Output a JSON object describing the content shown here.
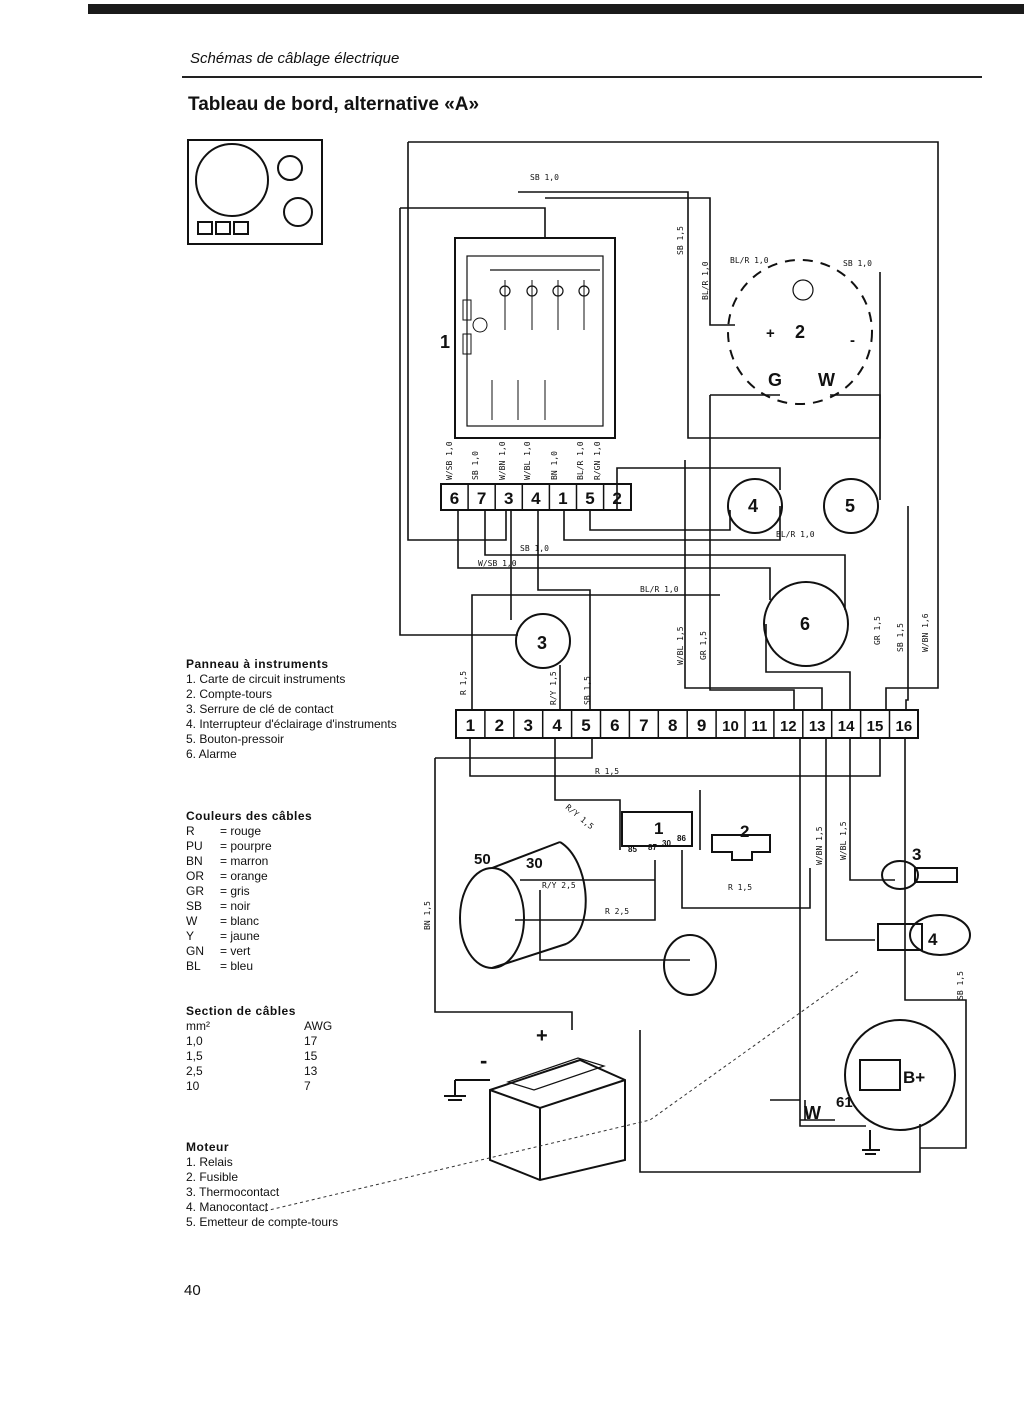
{
  "header": "Schémas de câblage électrique",
  "title": "Tableau de bord, alternative «A»",
  "page_number": "40",
  "panel_legend": {
    "heading": "Panneau à instruments",
    "items": [
      "1. Carte de circuit instruments",
      "2. Compte-tours",
      "3. Serrure de clé de contact",
      "4. Interrupteur d'éclairage d'instruments",
      "5. Bouton-pressoir",
      "6. Alarme"
    ]
  },
  "colors_legend": {
    "heading": "Couleurs des câbles",
    "items": [
      {
        "code": "R",
        "name": "= rouge"
      },
      {
        "code": "PU",
        "name": "= pourpre"
      },
      {
        "code": "BN",
        "name": "= marron"
      },
      {
        "code": "OR",
        "name": "= orange"
      },
      {
        "code": "GR",
        "name": "= gris"
      },
      {
        "code": "SB",
        "name": "= noir"
      },
      {
        "code": "W",
        "name": "= blanc"
      },
      {
        "code": "Y",
        "name": "= jaune"
      },
      {
        "code": "GN",
        "name": "= vert"
      },
      {
        "code": "BL",
        "name": "= bleu"
      }
    ]
  },
  "section_legend": {
    "heading": "Section de câbles",
    "col1": "mm²",
    "col2": "AWG",
    "rows": [
      [
        "1,0",
        "17"
      ],
      [
        "1,5",
        "15"
      ],
      [
        "2,5",
        "13"
      ],
      [
        "10",
        "7"
      ]
    ]
  },
  "engine_legend": {
    "heading": "Moteur",
    "items": [
      "1. Relais",
      "2. Fusible",
      "3. Thermocontact",
      "4. Manocontact",
      "5. Emetteur de compte-tours"
    ]
  },
  "diagram": {
    "top_terminals": [
      "6",
      "7",
      "3",
      "4",
      "1",
      "5",
      "2"
    ],
    "bottom_terminals": [
      "1",
      "2",
      "3",
      "4",
      "5",
      "6",
      "7",
      "8",
      "9",
      "10",
      "11",
      "12",
      "13",
      "14",
      "15",
      "16"
    ],
    "component_numbers": [
      "1",
      "2",
      "3",
      "4",
      "5",
      "6"
    ],
    "engine_numbers": [
      "1",
      "2",
      "3",
      "4"
    ],
    "tacho_labels": [
      "+",
      "-",
      "G",
      "W"
    ],
    "alt_labels": [
      "B+",
      "61",
      "W"
    ],
    "starter_labels": [
      "50",
      "30"
    ],
    "relay_pins": [
      "85",
      "87",
      "30",
      "86"
    ],
    "battery_labels": [
      "+",
      "-"
    ],
    "wire_labels": [
      "SB 1,0",
      "BL/R 1,0",
      "SB 1,0",
      "BL/R 1,0",
      "W/SB 1,0",
      "SB 1,0",
      "W/BN 1,0",
      "W/BL 1,0",
      "BN 1,0",
      "BL/R 1,0",
      "R/GN 1,0",
      "BL/R 1,0",
      "SB 1,0",
      "W/SB 1,0",
      "BL/R 1,0",
      "W/BL 1,5",
      "GR 1,5",
      "GR 1,5",
      "SB 1,5",
      "W/BN 1,6",
      "R 1,5",
      "R/Y 1,5",
      "SB 1,5",
      "R 1,5",
      "R/Y 1,5",
      "W/BN 1,5",
      "W/BL 1,5",
      "SB 1,5",
      "R 1,5",
      "R/Y 2,5",
      "R 2,5",
      "BN 1,5",
      "SB 1,5"
    ]
  }
}
